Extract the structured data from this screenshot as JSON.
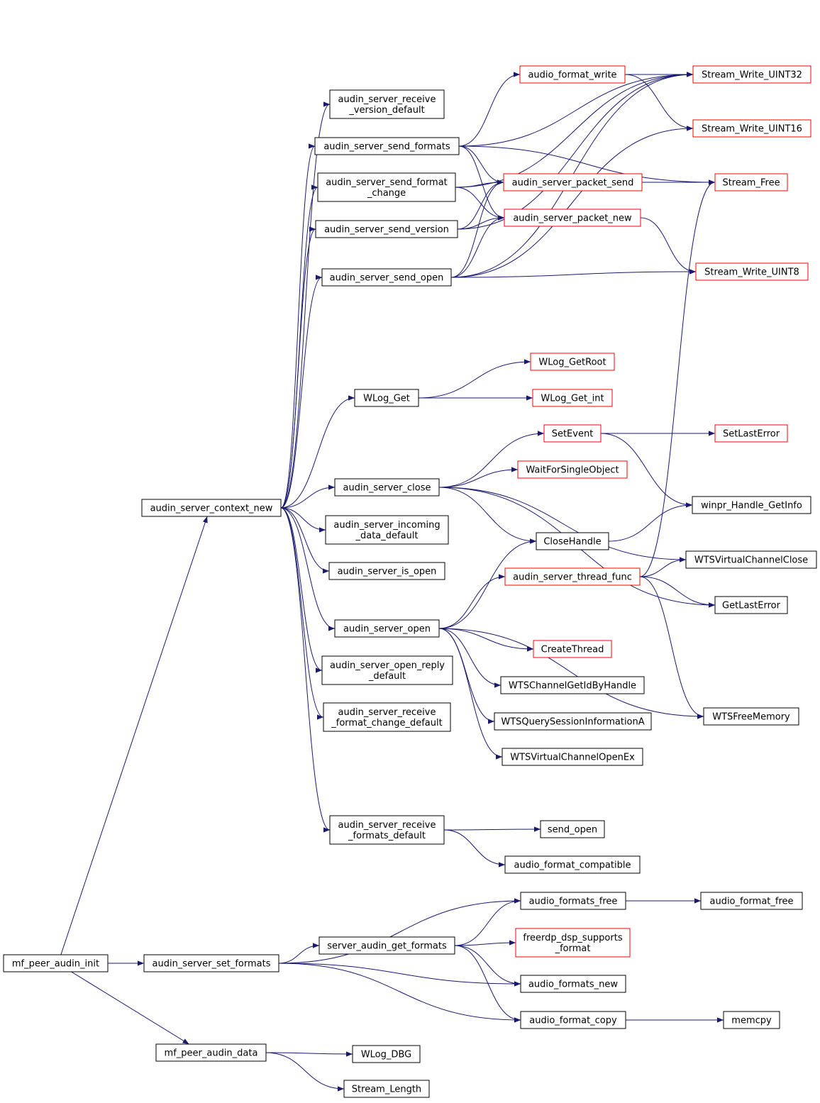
{
  "colors": {
    "edge": "#191970",
    "node_border": "#000000",
    "external_border": "#ff0000",
    "root_fill": "#bfbfbf",
    "node_fill": "#ffffff"
  },
  "nodes": [
    {
      "id": "mf_peer_audin_init",
      "lines": [
        "mf_peer_audin_init"
      ],
      "kind": "root"
    },
    {
      "id": "audin_server_context_new",
      "lines": [
        "audin_server_context_new"
      ],
      "kind": "normal"
    },
    {
      "id": "audin_server_set_formats",
      "lines": [
        "audin_server_set_formats"
      ],
      "kind": "normal"
    },
    {
      "id": "mf_peer_audin_data",
      "lines": [
        "mf_peer_audin_data"
      ],
      "kind": "normal"
    },
    {
      "id": "audin_server_receive_version_default",
      "lines": [
        "audin_server_receive",
        "_version_default"
      ],
      "kind": "normal"
    },
    {
      "id": "audin_server_send_formats",
      "lines": [
        "audin_server_send_formats"
      ],
      "kind": "normal"
    },
    {
      "id": "audin_server_send_format_change",
      "lines": [
        "audin_server_send_format",
        "_change"
      ],
      "kind": "normal"
    },
    {
      "id": "audin_server_send_version",
      "lines": [
        "audin_server_send_version"
      ],
      "kind": "normal"
    },
    {
      "id": "audin_server_send_open",
      "lines": [
        "audin_server_send_open"
      ],
      "kind": "normal"
    },
    {
      "id": "WLog_Get",
      "lines": [
        "WLog_Get"
      ],
      "kind": "normal"
    },
    {
      "id": "audin_server_close",
      "lines": [
        "audin_server_close"
      ],
      "kind": "normal"
    },
    {
      "id": "audin_server_incoming_data_default",
      "lines": [
        "audin_server_incoming",
        "_data_default"
      ],
      "kind": "normal"
    },
    {
      "id": "audin_server_is_open",
      "lines": [
        "audin_server_is_open"
      ],
      "kind": "normal"
    },
    {
      "id": "audin_server_open",
      "lines": [
        "audin_server_open"
      ],
      "kind": "normal"
    },
    {
      "id": "audin_server_open_reply_default",
      "lines": [
        "audin_server_open_reply",
        "_default"
      ],
      "kind": "normal"
    },
    {
      "id": "audin_server_receive_format_change_default",
      "lines": [
        "audin_server_receive",
        "_format_change_default"
      ],
      "kind": "normal"
    },
    {
      "id": "audin_server_receive_formats_default",
      "lines": [
        "audin_server_receive",
        "_formats_default"
      ],
      "kind": "normal"
    },
    {
      "id": "server_audin_get_formats",
      "lines": [
        "server_audin_get_formats"
      ],
      "kind": "normal"
    },
    {
      "id": "audio_formats_free",
      "lines": [
        "audio_formats_free"
      ],
      "kind": "normal"
    },
    {
      "id": "freerdp_dsp_supports_format",
      "lines": [
        "freerdp_dsp_supports",
        "_format"
      ],
      "kind": "external"
    },
    {
      "id": "audio_formats_new",
      "lines": [
        "audio_formats_new"
      ],
      "kind": "normal"
    },
    {
      "id": "audio_format_copy",
      "lines": [
        "audio_format_copy"
      ],
      "kind": "normal"
    },
    {
      "id": "audio_format_free",
      "lines": [
        "audio_format_free"
      ],
      "kind": "normal"
    },
    {
      "id": "memcpy",
      "lines": [
        "memcpy"
      ],
      "kind": "normal"
    },
    {
      "id": "WLog_DBG",
      "lines": [
        "WLog_DBG"
      ],
      "kind": "normal"
    },
    {
      "id": "Stream_Length",
      "lines": [
        "Stream_Length"
      ],
      "kind": "normal"
    },
    {
      "id": "audio_format_write",
      "lines": [
        "audio_format_write"
      ],
      "kind": "external"
    },
    {
      "id": "audin_server_packet_send",
      "lines": [
        "audin_server_packet_send"
      ],
      "kind": "external"
    },
    {
      "id": "audin_server_packet_new",
      "lines": [
        "audin_server_packet_new"
      ],
      "kind": "external"
    },
    {
      "id": "Stream_Write_UINT32",
      "lines": [
        "Stream_Write_UINT32"
      ],
      "kind": "external"
    },
    {
      "id": "Stream_Write_UINT16",
      "lines": [
        "Stream_Write_UINT16"
      ],
      "kind": "external"
    },
    {
      "id": "Stream_Free",
      "lines": [
        "Stream_Free"
      ],
      "kind": "external"
    },
    {
      "id": "Stream_Write_UINT8",
      "lines": [
        "Stream_Write_UINT8"
      ],
      "kind": "external"
    },
    {
      "id": "WLog_GetRoot",
      "lines": [
        "WLog_GetRoot"
      ],
      "kind": "external"
    },
    {
      "id": "WLog_Get_int",
      "lines": [
        "WLog_Get_int"
      ],
      "kind": "external"
    },
    {
      "id": "SetEvent",
      "lines": [
        "SetEvent"
      ],
      "kind": "external"
    },
    {
      "id": "WaitForSingleObject",
      "lines": [
        "WaitForSingleObject"
      ],
      "kind": "external"
    },
    {
      "id": "CloseHandle",
      "lines": [
        "CloseHandle"
      ],
      "kind": "normal"
    },
    {
      "id": "audin_server_thread_func",
      "lines": [
        "audin_server_thread_func"
      ],
      "kind": "external"
    },
    {
      "id": "CreateThread",
      "lines": [
        "CreateThread"
      ],
      "kind": "external"
    },
    {
      "id": "WTSChannelGetIdByHandle",
      "lines": [
        "WTSChannelGetIdByHandle"
      ],
      "kind": "normal"
    },
    {
      "id": "WTSQuerySessionInformationA",
      "lines": [
        "WTSQuerySessionInformationA"
      ],
      "kind": "normal"
    },
    {
      "id": "WTSVirtualChannelOpenEx",
      "lines": [
        "WTSVirtualChannelOpenEx"
      ],
      "kind": "normal"
    },
    {
      "id": "send_open",
      "lines": [
        "send_open"
      ],
      "kind": "normal"
    },
    {
      "id": "audio_format_compatible",
      "lines": [
        "audio_format_compatible"
      ],
      "kind": "normal"
    },
    {
      "id": "SetLastError",
      "lines": [
        "SetLastError"
      ],
      "kind": "external"
    },
    {
      "id": "winpr_Handle_GetInfo",
      "lines": [
        "winpr_Handle_GetInfo"
      ],
      "kind": "normal"
    },
    {
      "id": "WTSVirtualChannelClose",
      "lines": [
        "WTSVirtualChannelClose"
      ],
      "kind": "normal"
    },
    {
      "id": "GetLastError",
      "lines": [
        "GetLastError"
      ],
      "kind": "normal"
    },
    {
      "id": "WTSFreeMemory",
      "lines": [
        "WTSFreeMemory"
      ],
      "kind": "normal"
    }
  ],
  "edges": [
    [
      "mf_peer_audin_init",
      "audin_server_context_new"
    ],
    [
      "mf_peer_audin_init",
      "audin_server_set_formats"
    ],
    [
      "mf_peer_audin_init",
      "mf_peer_audin_data"
    ],
    [
      "audin_server_context_new",
      "audin_server_receive_version_default"
    ],
    [
      "audin_server_context_new",
      "audin_server_send_formats"
    ],
    [
      "audin_server_context_new",
      "audin_server_send_format_change"
    ],
    [
      "audin_server_context_new",
      "audin_server_send_version"
    ],
    [
      "audin_server_context_new",
      "audin_server_send_open"
    ],
    [
      "audin_server_context_new",
      "WLog_Get"
    ],
    [
      "audin_server_context_new",
      "audin_server_close"
    ],
    [
      "audin_server_context_new",
      "audin_server_incoming_data_default"
    ],
    [
      "audin_server_context_new",
      "audin_server_is_open"
    ],
    [
      "audin_server_context_new",
      "audin_server_open"
    ],
    [
      "audin_server_context_new",
      "audin_server_open_reply_default"
    ],
    [
      "audin_server_context_new",
      "audin_server_receive_format_change_default"
    ],
    [
      "audin_server_context_new",
      "audin_server_receive_formats_default"
    ],
    [
      "audin_server_send_formats",
      "audio_format_write"
    ],
    [
      "audin_server_send_formats",
      "Stream_Write_UINT32"
    ],
    [
      "audin_server_send_formats",
      "audin_server_packet_send"
    ],
    [
      "audin_server_send_formats",
      "audin_server_packet_new"
    ],
    [
      "audin_server_send_formats",
      "Stream_Free"
    ],
    [
      "audin_server_send_format_change",
      "Stream_Write_UINT32"
    ],
    [
      "audin_server_send_format_change",
      "audin_server_packet_send"
    ],
    [
      "audin_server_send_format_change",
      "audin_server_packet_new"
    ],
    [
      "audin_server_send_version",
      "audin_server_packet_send"
    ],
    [
      "audin_server_send_version",
      "audin_server_packet_new"
    ],
    [
      "audin_server_send_version",
      "Stream_Write_UINT32"
    ],
    [
      "audin_server_send_open",
      "audin_server_packet_send"
    ],
    [
      "audin_server_send_open",
      "audin_server_packet_new"
    ],
    [
      "audin_server_send_open",
      "Stream_Write_UINT32"
    ],
    [
      "audin_server_send_open",
      "Stream_Write_UINT16"
    ],
    [
      "audin_server_send_open",
      "Stream_Write_UINT8"
    ],
    [
      "audio_format_write",
      "Stream_Write_UINT32"
    ],
    [
      "audio_format_write",
      "Stream_Write_UINT16"
    ],
    [
      "audin_server_packet_send",
      "Stream_Free"
    ],
    [
      "audin_server_packet_new",
      "Stream_Write_UINT8"
    ],
    [
      "WLog_Get",
      "WLog_GetRoot"
    ],
    [
      "WLog_Get",
      "WLog_Get_int"
    ],
    [
      "audin_server_close",
      "SetEvent"
    ],
    [
      "audin_server_close",
      "WaitForSingleObject"
    ],
    [
      "audin_server_close",
      "CloseHandle"
    ],
    [
      "audin_server_close",
      "WTSVirtualChannelClose"
    ],
    [
      "audin_server_close",
      "GetLastError"
    ],
    [
      "SetEvent",
      "SetLastError"
    ],
    [
      "SetEvent",
      "winpr_Handle_GetInfo"
    ],
    [
      "CloseHandle",
      "winpr_Handle_GetInfo"
    ],
    [
      "audin_server_open",
      "CloseHandle"
    ],
    [
      "audin_server_open",
      "audin_server_thread_func"
    ],
    [
      "audin_server_open",
      "CreateThread"
    ],
    [
      "audin_server_open",
      "WTSChannelGetIdByHandle"
    ],
    [
      "audin_server_open",
      "WTSQuerySessionInformationA"
    ],
    [
      "audin_server_open",
      "WTSVirtualChannelOpenEx"
    ],
    [
      "audin_server_open",
      "WTSFreeMemory"
    ],
    [
      "audin_server_thread_func",
      "Stream_Free"
    ],
    [
      "audin_server_thread_func",
      "WTSVirtualChannelClose"
    ],
    [
      "audin_server_thread_func",
      "GetLastError"
    ],
    [
      "audin_server_thread_func",
      "WTSFreeMemory"
    ],
    [
      "audin_server_receive_formats_default",
      "send_open"
    ],
    [
      "audin_server_receive_formats_default",
      "audio_format_compatible"
    ],
    [
      "audin_server_set_formats",
      "server_audin_get_formats"
    ],
    [
      "audin_server_set_formats",
      "audio_formats_free"
    ],
    [
      "audin_server_set_formats",
      "audio_formats_new"
    ],
    [
      "audin_server_set_formats",
      "audio_format_copy"
    ],
    [
      "server_audin_get_formats",
      "audio_formats_free"
    ],
    [
      "server_audin_get_formats",
      "freerdp_dsp_supports_format"
    ],
    [
      "server_audin_get_formats",
      "audio_formats_new"
    ],
    [
      "server_audin_get_formats",
      "audio_format_copy"
    ],
    [
      "audio_formats_free",
      "audio_format_free"
    ],
    [
      "audio_format_copy",
      "memcpy"
    ],
    [
      "mf_peer_audin_data",
      "WLog_DBG"
    ],
    [
      "mf_peer_audin_data",
      "Stream_Length"
    ]
  ]
}
